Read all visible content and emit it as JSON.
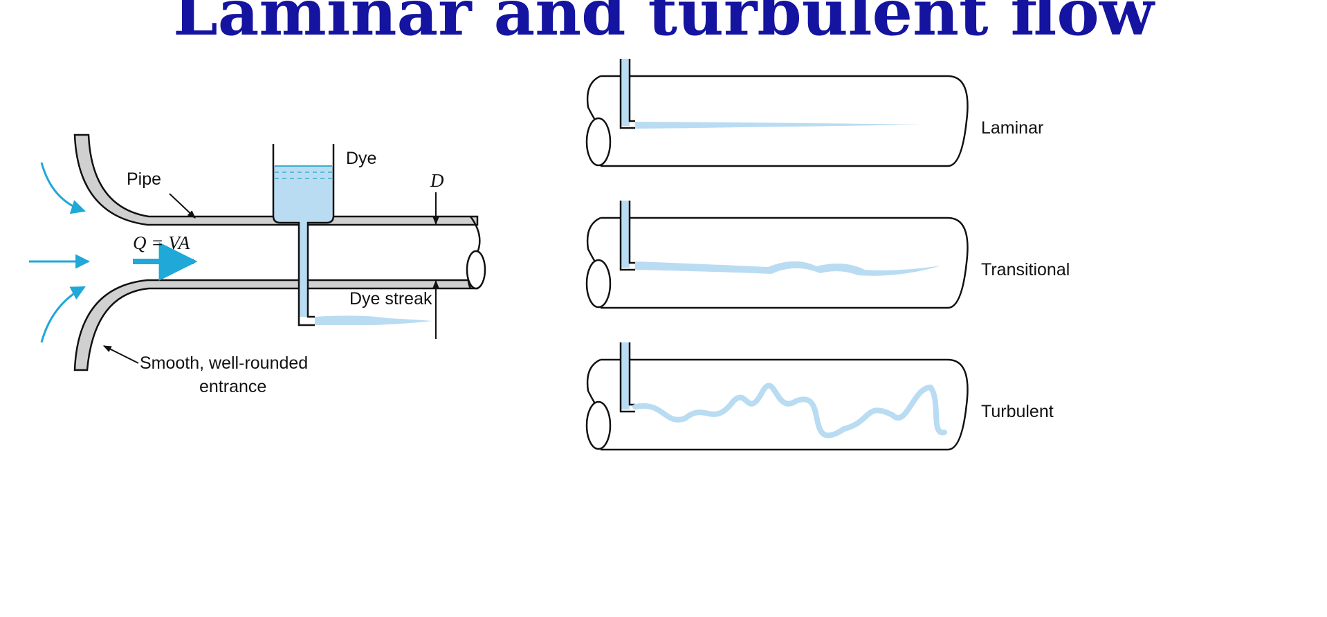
{
  "title": "Laminar and turbulent flow",
  "left_diagram": {
    "labels": {
      "dye": "Dye",
      "pipe": "Pipe",
      "diameter": "D",
      "flow_equation": "Q = VA",
      "dye_streak": "Dye streak",
      "entrance_line1": "Smooth, well-rounded",
      "entrance_line2": "entrance"
    }
  },
  "right_diagram": {
    "regimes": [
      {
        "label": "Laminar"
      },
      {
        "label": "Transitional"
      },
      {
        "label": "Turbulent"
      }
    ]
  },
  "colors": {
    "title": "#1414a0",
    "dye": "#b9dcf2",
    "flow_arrows": "#1fa8d8",
    "pipe_wall": "#d0d0d0"
  }
}
